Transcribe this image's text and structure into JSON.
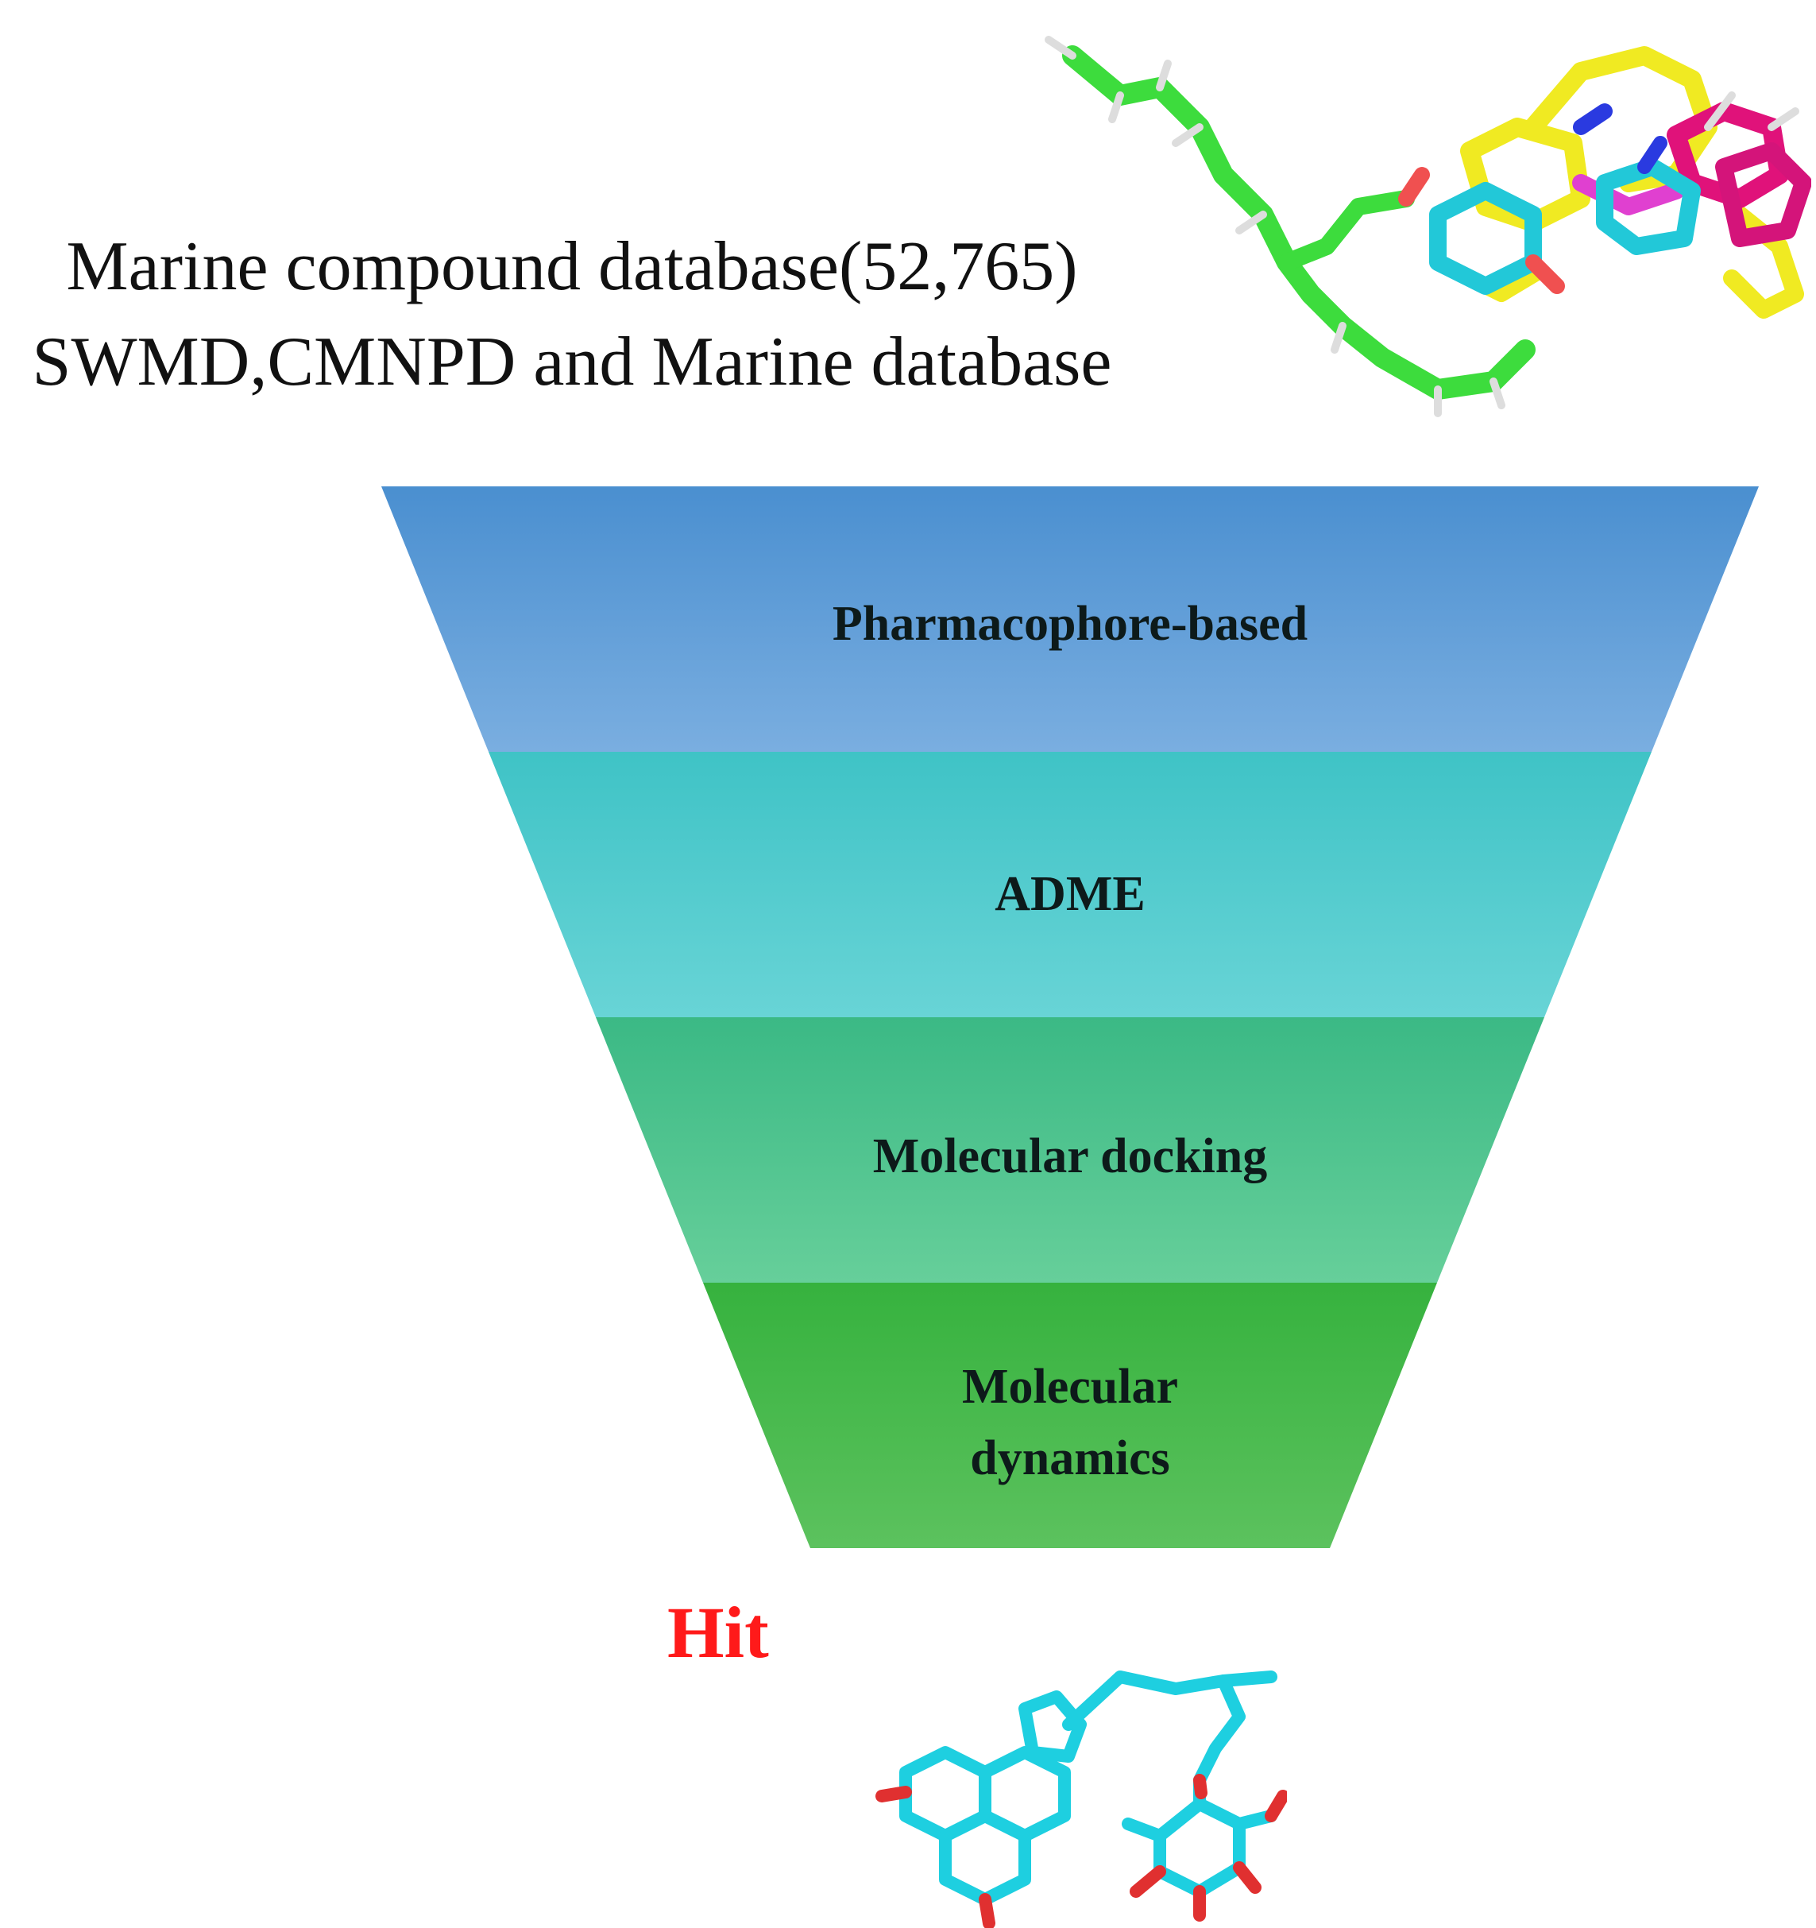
{
  "header": {
    "line1": "Marine compound database(52,765)",
    "line2": "SWMD,CMNPD and Marine database"
  },
  "funnel": {
    "stages": [
      {
        "label": "Pharmacophore-based",
        "color_top": "#4a8fd0",
        "color_bottom": "#7aaee0"
      },
      {
        "label": "ADME",
        "color_top": "#3fc3c6",
        "color_bottom": "#68d4d6"
      },
      {
        "label": "Molecular docking",
        "color_top": "#3bb985",
        "color_bottom": "#66cf9a"
      },
      {
        "label_line1": "Molecular",
        "label_line2": "dynamics",
        "color_top": "#36b23e",
        "color_bottom": "#5cc25e"
      }
    ]
  },
  "result": {
    "label": "Hit",
    "color": "#ff1a1a"
  },
  "icons": {
    "top_molecule": "overlaid-ligands-icon",
    "hit_molecule": "hit-compound-icon"
  }
}
